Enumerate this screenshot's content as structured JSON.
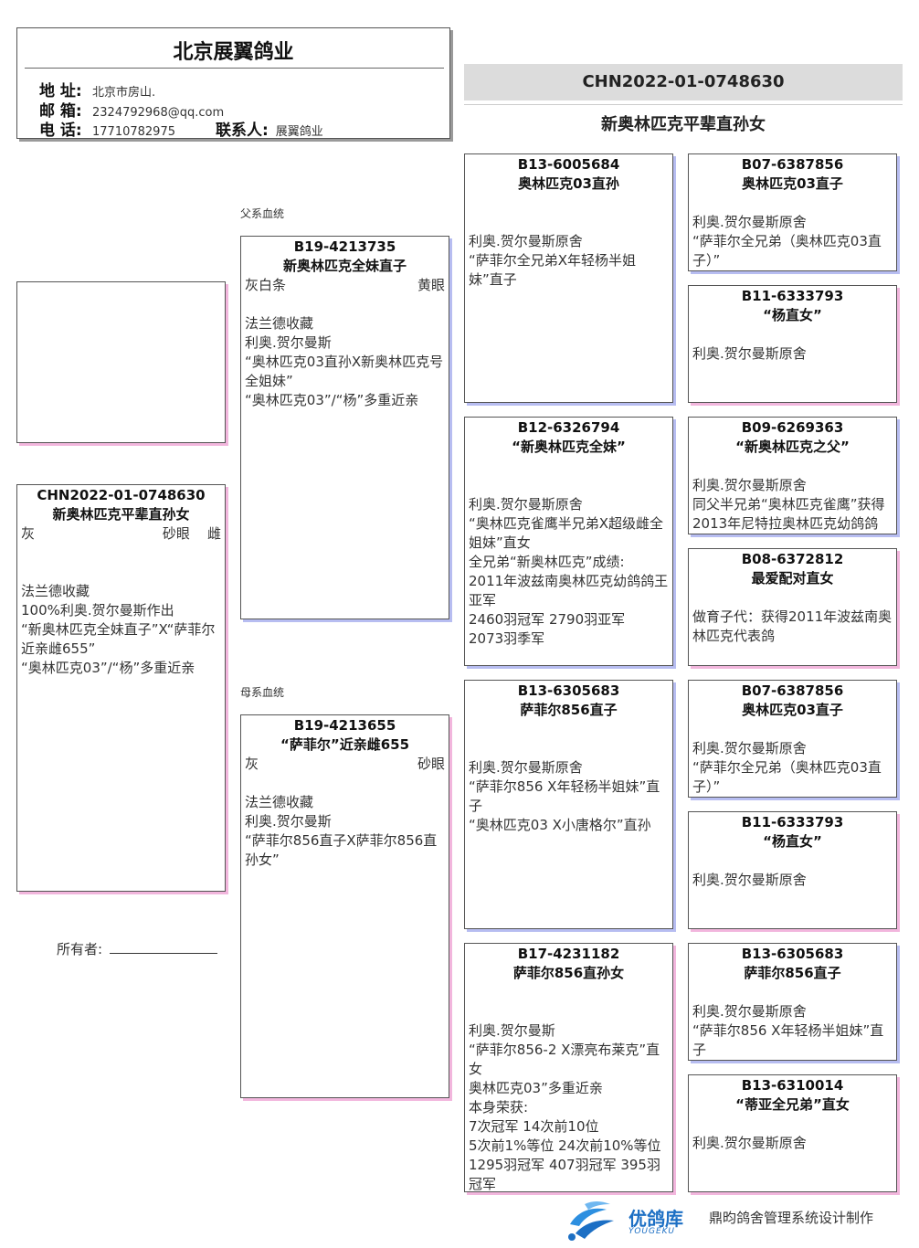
{
  "header": {
    "farm_name": "北京展翼鸽业",
    "address_label": "地 址:",
    "address": "北京市房山.",
    "email_label": "邮 箱:",
    "email": "2324792968@qq.com",
    "phone_label": "电 话:",
    "phone": "17710782975",
    "contact_label": "联系人:",
    "contact": "展翼鸽业"
  },
  "subject_header": {
    "ring": "CHN2022-01-0748630",
    "name": "新奥林匹克平辈直孙女"
  },
  "labels": {
    "sire_line": "父系血统",
    "dam_line": "母系血统",
    "owner": "所有者:"
  },
  "subject": {
    "ring": "CHN2022-01-0748630",
    "name": "新奥林匹克平辈直孙女",
    "color": "灰",
    "eye": "砂眼",
    "sex": "雌",
    "lines": [
      "法兰德收藏",
      "100%利奥.贺尔曼斯作出",
      "“新奥林匹克全妹直子”X“萨菲尔近亲雌655”",
      "“奥林匹克03”/“杨”多重近亲"
    ]
  },
  "sire": {
    "ring": "B19-4213735",
    "name": "新奥林匹克全妹直子",
    "color": "灰白条",
    "eye": "黄眼",
    "lines": [
      "法兰德收藏",
      "利奥.贺尔曼斯",
      "“奥林匹克03直孙X新奥林匹克号全姐妹”",
      "“奥林匹克03”/“杨”多重近亲"
    ]
  },
  "dam": {
    "ring": "B19-4213655",
    "name": "“萨菲尔”近亲雌655",
    "color": "灰",
    "eye": "砂眼",
    "lines": [
      "法兰德收藏",
      "利奥.贺尔曼斯",
      "“萨菲尔856直子X萨菲尔856直孙女”"
    ]
  },
  "grandparents": {
    "ss": {
      "ring": "B13-6005684",
      "name": "奥林匹克03直孙",
      "lines": [
        "利奥.贺尔曼斯原舍",
        "“萨菲尔全兄弟X年轻杨半姐妹”直子"
      ]
    },
    "sd": {
      "ring": "B12-6326794",
      "name": "“新奥林匹克全妹”",
      "lines": [
        "利奥.贺尔曼斯原舍",
        "“奥林匹克雀鹰半兄弟X超级雌全姐妹”直女",
        "全兄弟“新奥林匹克”成绩:",
        "2011年波兹南奥林匹克幼鸽鸽王亚军",
        "2460羽冠军  2790羽亚军",
        "2073羽季军"
      ]
    },
    "ds": {
      "ring": "B13-6305683",
      "name": "萨菲尔856直子",
      "lines": [
        "利奥.贺尔曼斯原舍",
        "“萨菲尔856 X年轻杨半姐妹”直子",
        "“奥林匹克03 X小唐格尔”直孙"
      ]
    },
    "dd": {
      "ring": "B17-4231182",
      "name": "萨菲尔856直孙女",
      "lines": [
        "利奥.贺尔曼斯",
        "“萨菲尔856-2 X漂亮布莱克”直女",
        "奥林匹克03”多重近亲",
        "本身荣获:",
        "7次冠军  14次前10位",
        "5次前1%等位  24次前10%等位",
        "1295羽冠军  407羽冠军  395羽冠军"
      ]
    }
  },
  "great_grandparents": {
    "sss": {
      "ring": "B07-6387856",
      "name": "奥林匹克03直子",
      "lines": [
        "利奥.贺尔曼斯原舍",
        "“萨菲尔全兄弟（奥林匹克03直子）”"
      ]
    },
    "ssd": {
      "ring": "B11-6333793",
      "name": "“杨直女”",
      "lines": [
        "利奥.贺尔曼斯原舍"
      ]
    },
    "sds": {
      "ring": "B09-6269363",
      "name": "“新奥林匹克之父”",
      "lines": [
        "利奥.贺尔曼斯原舍",
        "同父半兄弟“奥林匹克雀鹰”获得2013年尼特拉奥林匹克幼鸽鸽"
      ]
    },
    "sdd": {
      "ring": "B08-6372812",
      "name": "最爱配对直女",
      "lines": [
        "做育子代：获得2011年波兹南奥林匹克代表鸽"
      ]
    },
    "dss": {
      "ring": "B07-6387856",
      "name": "奥林匹克03直子",
      "lines": [
        "利奥.贺尔曼斯原舍",
        "“萨菲尔全兄弟（奥林匹克03直子）”"
      ]
    },
    "dsd": {
      "ring": "B11-6333793",
      "name": "“杨直女”",
      "lines": [
        "利奥.贺尔曼斯原舍"
      ]
    },
    "dds": {
      "ring": "B13-6305683",
      "name": "萨菲尔856直子",
      "lines": [
        "利奥.贺尔曼斯原舍",
        "“萨菲尔856 X年轻杨半姐妹”直子"
      ]
    },
    "ddd": {
      "ring": "B13-6310014",
      "name": "“蒂亚全兄弟”直女",
      "lines": [
        "利奥.贺尔曼斯原舍"
      ]
    }
  },
  "footer": {
    "logo_text": "优鸽库",
    "logo_sub": "YOUGEKU",
    "credit": "鼎昀鸽舍管理系统设计制作"
  }
}
